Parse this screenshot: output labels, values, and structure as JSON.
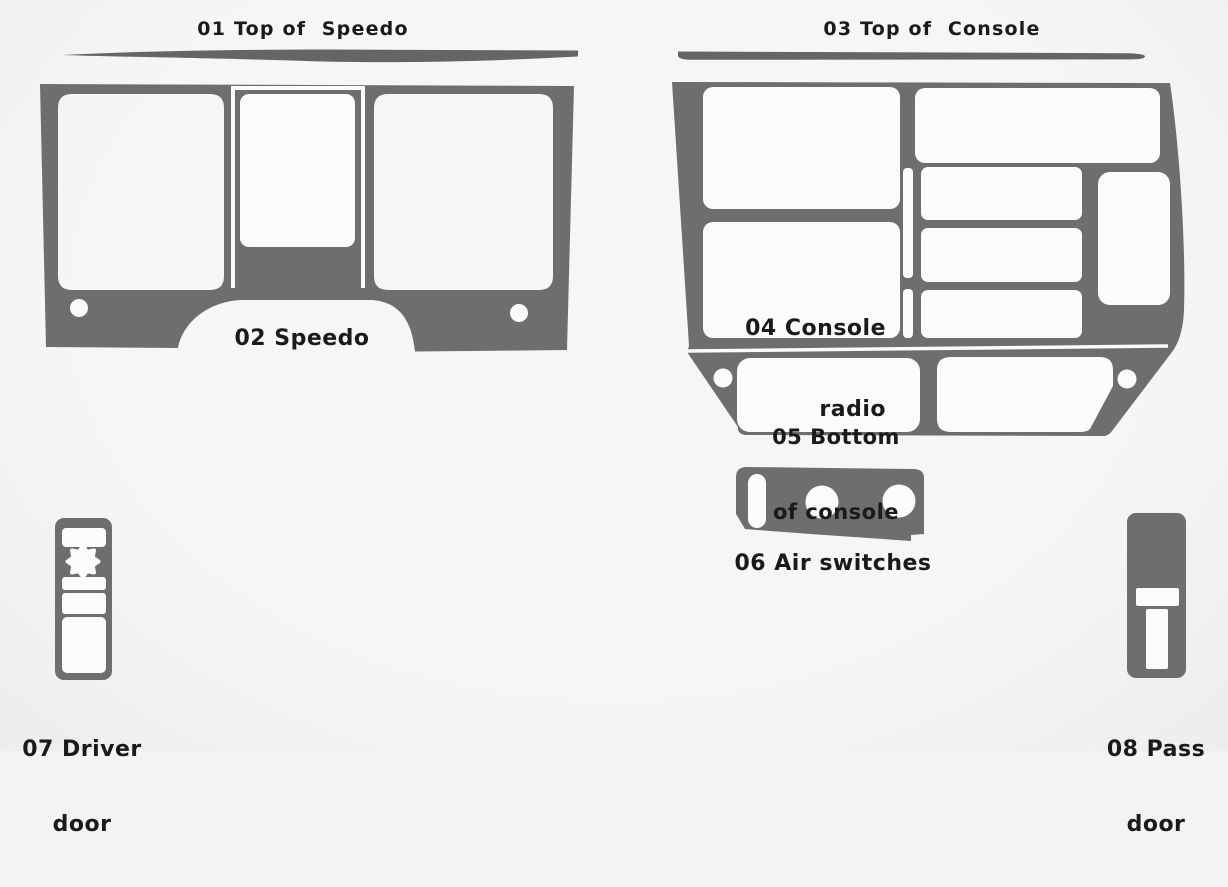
{
  "diagram_title": "dash trim kit parts diagram",
  "colors": {
    "background": "#f3f3f4",
    "part_fill": "#6e6e71",
    "strip_fill": "#656568",
    "cutout_fill": "#fbfbfc",
    "label_color": "#1a1a1a"
  },
  "parts": [
    {
      "id": "01",
      "label": "01 Top of  Speedo"
    },
    {
      "id": "02",
      "label": "02 Speedo"
    },
    {
      "id": "03",
      "label": "03 Top of  Console"
    },
    {
      "id": "04",
      "lines": [
        "04 Console",
        "radio"
      ]
    },
    {
      "id": "05",
      "lines": [
        "05 Bottom",
        "of console"
      ]
    },
    {
      "id": "06",
      "label": "06 Air switches"
    },
    {
      "id": "07",
      "lines": [
        "07 Driver",
        "door"
      ]
    },
    {
      "id": "08",
      "lines": [
        "08 Pass",
        "door"
      ]
    }
  ]
}
